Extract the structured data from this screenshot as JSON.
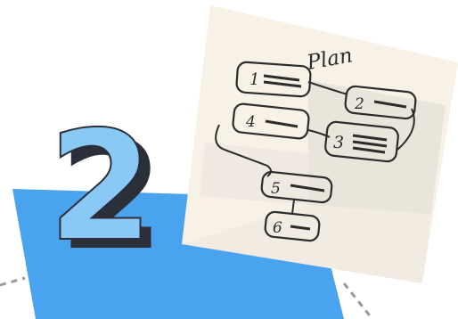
{
  "illustration": {
    "big_number": "2",
    "plan_sheet": {
      "title": "Plan",
      "steps": [
        "1",
        "2",
        "3",
        "4",
        "5",
        "6"
      ]
    }
  },
  "colors": {
    "blue_shape": "#4aa3ee",
    "digit_fill": "#8ac8f6",
    "digit_shadow": "#2a2f3a",
    "paper": "#f7f1e6",
    "paper_shade": "#e4ded6",
    "ink": "#2c2c2c",
    "dash_line": "#999999"
  },
  "icons": [
    "flowchart-icon"
  ]
}
